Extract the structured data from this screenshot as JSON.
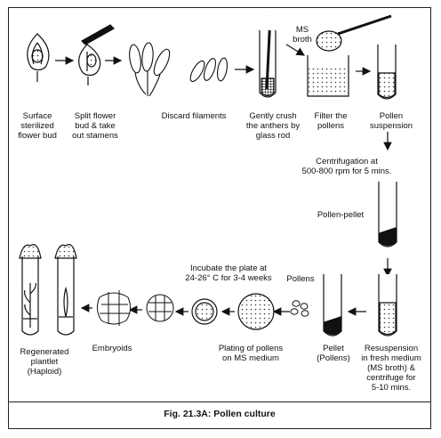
{
  "figure": {
    "caption": "Fig. 21.3A: Pollen culture",
    "labels": {
      "ms_broth": "MS\nbroth",
      "surface_sterilized": "Surface\nsterilized\nflower bud",
      "split_flower": "Split flower\nbud & take\nout stamens",
      "discard_filaments": "Discard filaments",
      "gently_crush": "Gently crush\nthe anthers by\nglass rod",
      "filter_pollens": "Filter the\npollens",
      "pollen_suspension": "Pollen\nsuspension",
      "centrifugation": "Centrifugation at\n500-800 rpm for 5 mins.",
      "pollen_pellet": "Pollen-pellet",
      "incubate": "Incubate the plate at\n24-26° C for 3-4 weeks",
      "pollens": "Pollens",
      "regenerated": "Regenerated\nplantlet\n(Haploid)",
      "embryoids": "Embryoids",
      "plating": "Plating of pollens\non MS medium",
      "pellet": "Pellet\n(Pollens)",
      "resuspension": "Resuspension\nin fresh medium\n(MS broth) &\ncentrifuge for\n5-10 mins."
    }
  }
}
